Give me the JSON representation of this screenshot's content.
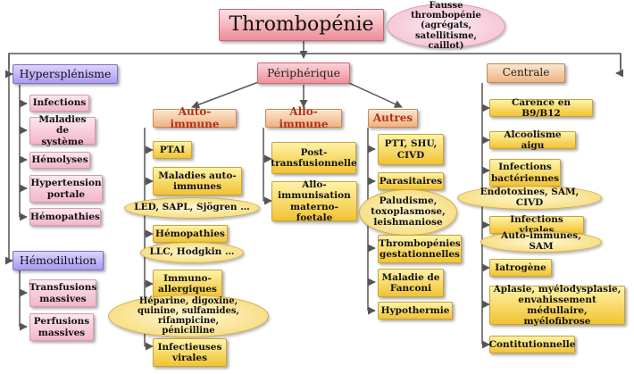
{
  "title": "Thrombopénie",
  "fausse": "Fausse thrombopénie\n(agrégats, satellitisme,\ncaillot)",
  "hyper": {
    "title": "Hypersplénisme",
    "items": [
      "Infections",
      "Maladies de\nsystème",
      "Hémolyses",
      "Hypertension\nportale",
      "Hémopathies"
    ]
  },
  "hemo": {
    "title": "Hémodilution",
    "items": [
      "Transfusions\nmassives",
      "Perfusions\nmassives"
    ]
  },
  "peri": {
    "title": "Périphérique",
    "auto": {
      "title": "Auto-immune",
      "ptai": "PTAI",
      "mai": "Maladies auto-\nimmunes",
      "mai_ex": "LED, SAPL, Sjögren …",
      "hemopathies": "Hémopathies",
      "hemopathies_ex": "LLC, Hodgkin …",
      "allerg": "Immuno-\nallergiques",
      "allerg_ex": "Héparine, digoxine,\nquinine, sulfamides, rifampicine,\npénicilline",
      "infect": "Infectieuses\nvirales"
    },
    "allo": {
      "title": "Allo-immune",
      "post": "Post-\ntransfusionnelle",
      "allo_imm": "Allo-\nimmunisation\nmaterno-foetale"
    },
    "autres": {
      "title": "Autres",
      "ptt": "PTT, SHU,\nCIVD",
      "parasit": "Parasitaires",
      "parasit_ex": "Paludisme,\ntoxoplasmose,\nleishmaniose",
      "gest": "Thrombopénies\ngestationnelles",
      "fanconi": "Maladie de\nFanconi",
      "hypo": "Hypothermie"
    }
  },
  "centrale": {
    "title": "Centrale",
    "carence": "Carence en B9/B12",
    "alcool": "Alcoolisme aigu",
    "infbact": "Infections\nbactériennes",
    "infbact_ex": "Endotoxines, SAM, CIVD",
    "infvir": "Infections virales",
    "infvir_ex": "Auto-immunes, SAM",
    "iatro": "Iatrogène",
    "aplasie": "Aplasie, myélodysplasie,\nenvahissement médullaire,\nmyélofibrose",
    "constit": "Contitutionnelle"
  },
  "colors": {
    "line": "#555555",
    "header_text": "#b23216"
  }
}
